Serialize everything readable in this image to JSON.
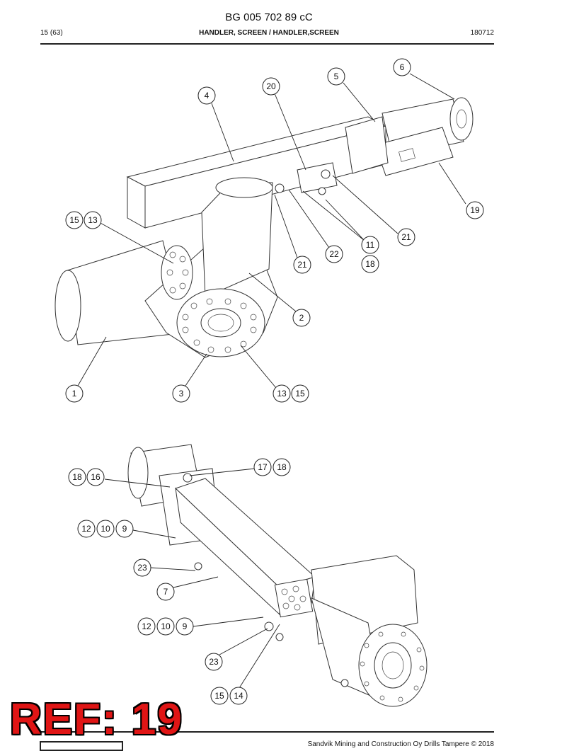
{
  "header": {
    "doc_id": "BG 005 702 89 cC",
    "page": "15 (63)",
    "title": "HANDLER, SCREEN / HANDLER,SCREEN",
    "date": "180712"
  },
  "footer": {
    "copyright": "Sandvik Mining and Construction Oy Drills Tampere © 2018"
  },
  "stamp": {
    "text": "REF: 19",
    "color": "#e01515"
  },
  "callouts": [
    "6",
    "5",
    "20",
    "4",
    "19",
    "15",
    "13",
    "21",
    "11",
    "22",
    "18",
    "21",
    "2",
    "1",
    "3",
    "13",
    "15",
    "17",
    "18",
    "18",
    "16",
    "12",
    "10",
    "9",
    "23",
    "7",
    "12",
    "10",
    "9",
    "23",
    "15",
    "14"
  ]
}
